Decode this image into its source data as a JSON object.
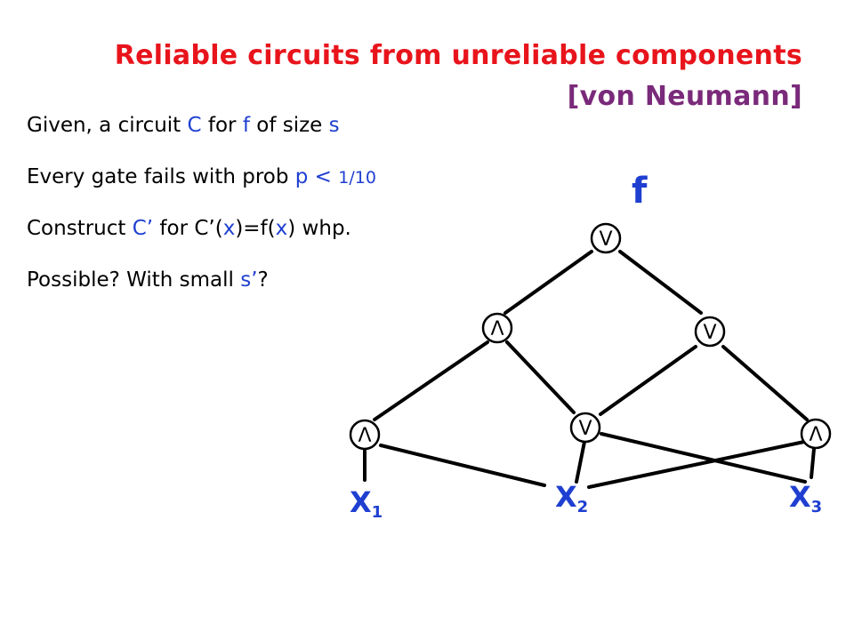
{
  "title": {
    "line1": "Reliable circuits from unreliable components",
    "line2": "[von Neumann]"
  },
  "bullets": {
    "b1": {
      "t1": "Given, a circuit ",
      "t2": "C",
      "t3": " for ",
      "t4": "f",
      "t5": " of size ",
      "t6": "s"
    },
    "b2": {
      "t1": "Every gate fails with prob ",
      "t2": "p < ",
      "t3": "1/10"
    },
    "b3": {
      "t1": "Construct ",
      "t2": "C’",
      "t3": " for C’(",
      "t4": "x",
      "t5": ")=f(",
      "t6": "x",
      "t7": ") whp."
    },
    "b4": {
      "t1": "Possible? With small ",
      "t2": "s’",
      "t3": "?"
    }
  },
  "diagram": {
    "output_label": "f",
    "gates": {
      "top_or": "V",
      "mid_and": "Λ",
      "mid_or": "V",
      "low_or": "V",
      "bottom_left_and": "Λ",
      "bottom_right_and": "Λ"
    },
    "inputs": {
      "x1": {
        "letter": "X",
        "index": "1"
      },
      "x2": {
        "letter": "X",
        "index": "2"
      },
      "x3": {
        "letter": "X",
        "index": "3"
      }
    }
  },
  "colors": {
    "title_red": "#e8141c",
    "title_purple": "#7a2a7a",
    "accent_blue": "#1f3fd1"
  }
}
